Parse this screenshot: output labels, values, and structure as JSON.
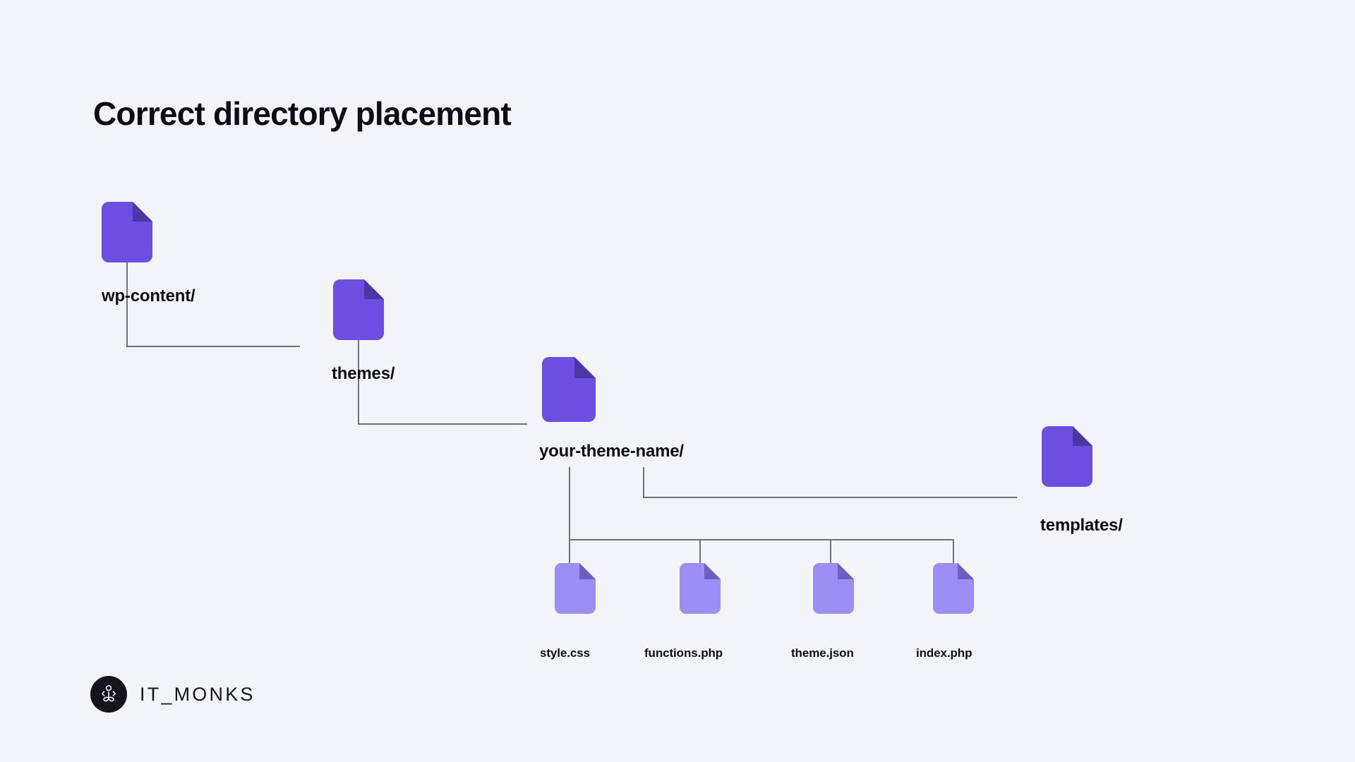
{
  "page": {
    "title": "Correct directory placement",
    "background_color": "#f2f4f8",
    "text_color": "#0d0d18",
    "connector_color": "#6e7278"
  },
  "colors": {
    "directory_icon": "#6b4fe0",
    "directory_icon_fold": "#4b36a3",
    "file_icon": "#9b8ff5",
    "file_icon_fold": "#6c5fc2",
    "logo_circle": "#15131f"
  },
  "tree": {
    "directories": [
      {
        "label": "wp-content/",
        "icon": "file-directory-icon",
        "level": 1
      },
      {
        "label": "themes/",
        "icon": "file-directory-icon",
        "level": 2
      },
      {
        "label": "your-theme-name/",
        "icon": "file-directory-icon",
        "level": 3
      },
      {
        "label": "templates/",
        "icon": "file-directory-icon",
        "level": 4
      }
    ],
    "files": [
      {
        "label": "style.css",
        "icon": "file-document-icon"
      },
      {
        "label": "functions.php",
        "icon": "file-document-icon"
      },
      {
        "label": "theme.json",
        "icon": "file-document-icon"
      },
      {
        "label": "index.php",
        "icon": "file-document-icon"
      }
    ]
  },
  "logo": {
    "text": "IT_MONKS",
    "mark": "it-monks-monogram-icon"
  }
}
